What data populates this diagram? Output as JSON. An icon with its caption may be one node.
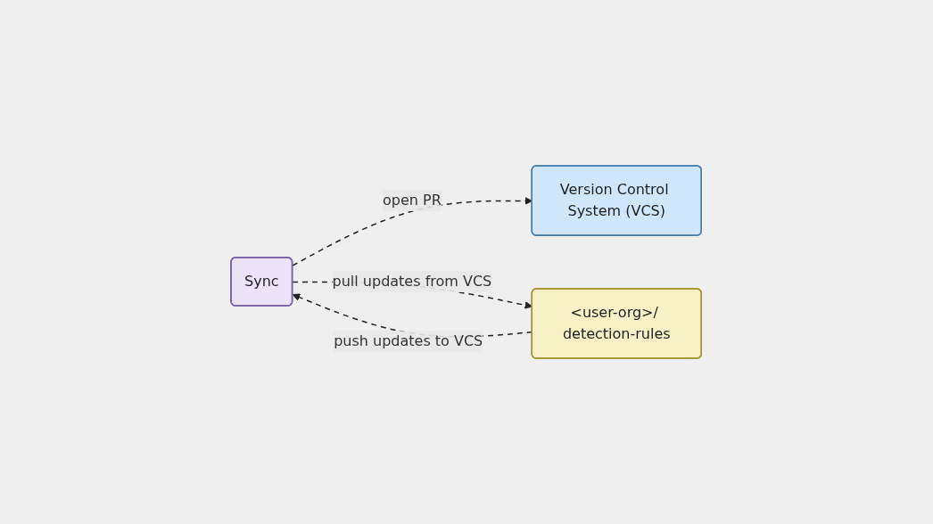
{
  "diagram": {
    "nodes": [
      {
        "text": [
          "Version Control System (VCS)"
        ]
      },
      {
        "text": [
          "Sync"
        ]
      },
      {
        "text": [
          "<user-org>/ detection-rules"
        ]
      }
    ],
    "edges": [
      {
        "from": 1,
        "to": 0,
        "arrow": "to",
        "label": "open PR",
        "style": "dashed"
      },
      {
        "from": 1,
        "to": 2,
        "arrow": "to",
        "label": "pull updates from VCS",
        "style": "dashed"
      },
      {
        "from": 2,
        "to": 1,
        "arrow": "to",
        "label": "push updates to VCS",
        "style": "dashed"
      }
    ]
  }
}
